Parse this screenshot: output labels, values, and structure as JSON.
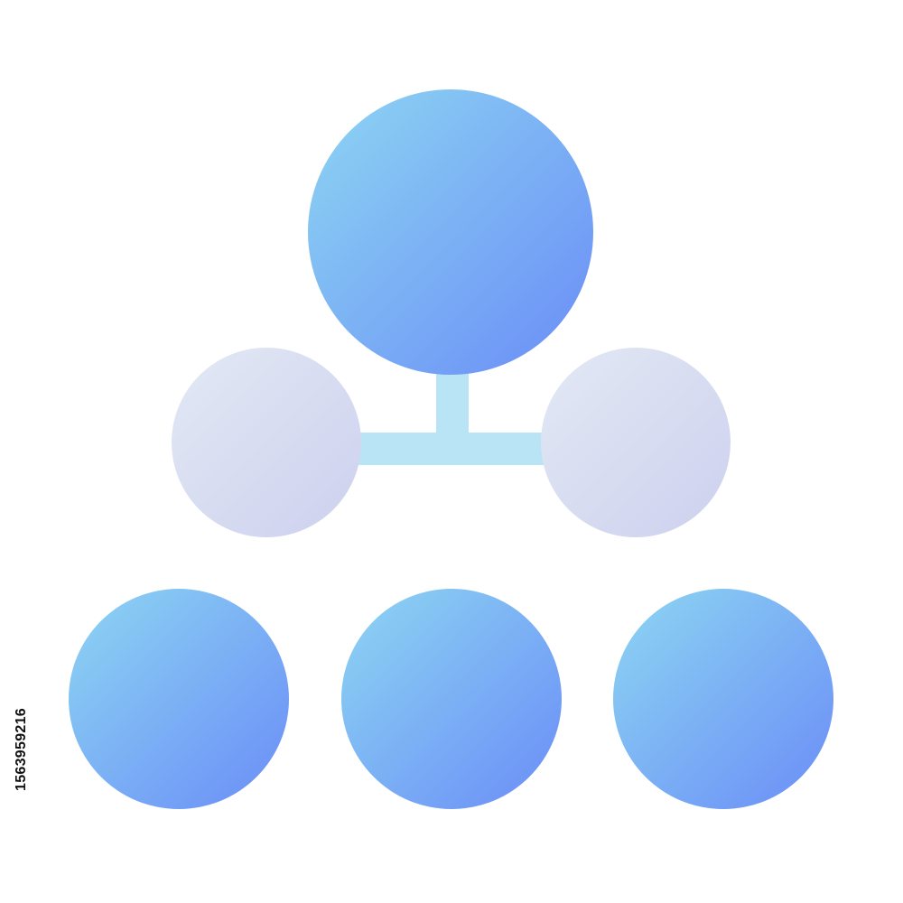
{
  "diagram": {
    "type": "hierarchy-icon",
    "nodes": [
      {
        "id": "root",
        "level": 0,
        "style": "blue"
      },
      {
        "id": "mid-left",
        "level": 1,
        "style": "lavender"
      },
      {
        "id": "mid-right",
        "level": 1,
        "style": "lavender"
      },
      {
        "id": "bottom-left",
        "level": 2,
        "style": "blue"
      },
      {
        "id": "bottom-center",
        "level": 2,
        "style": "blue"
      },
      {
        "id": "bottom-right",
        "level": 2,
        "style": "blue"
      }
    ],
    "connectors": [
      {
        "from": "root",
        "to": "mid-left"
      },
      {
        "from": "root",
        "to": "mid-right"
      }
    ],
    "colors": {
      "blue_start": "#8dd6f2",
      "blue_end": "#6a8cf7",
      "lavender_start": "#e2e9f4",
      "lavender_end": "#cdd0ee",
      "connector": "#b8e4f6",
      "background": "#ffffff"
    }
  },
  "watermark": {
    "side_id": "1563959216"
  }
}
